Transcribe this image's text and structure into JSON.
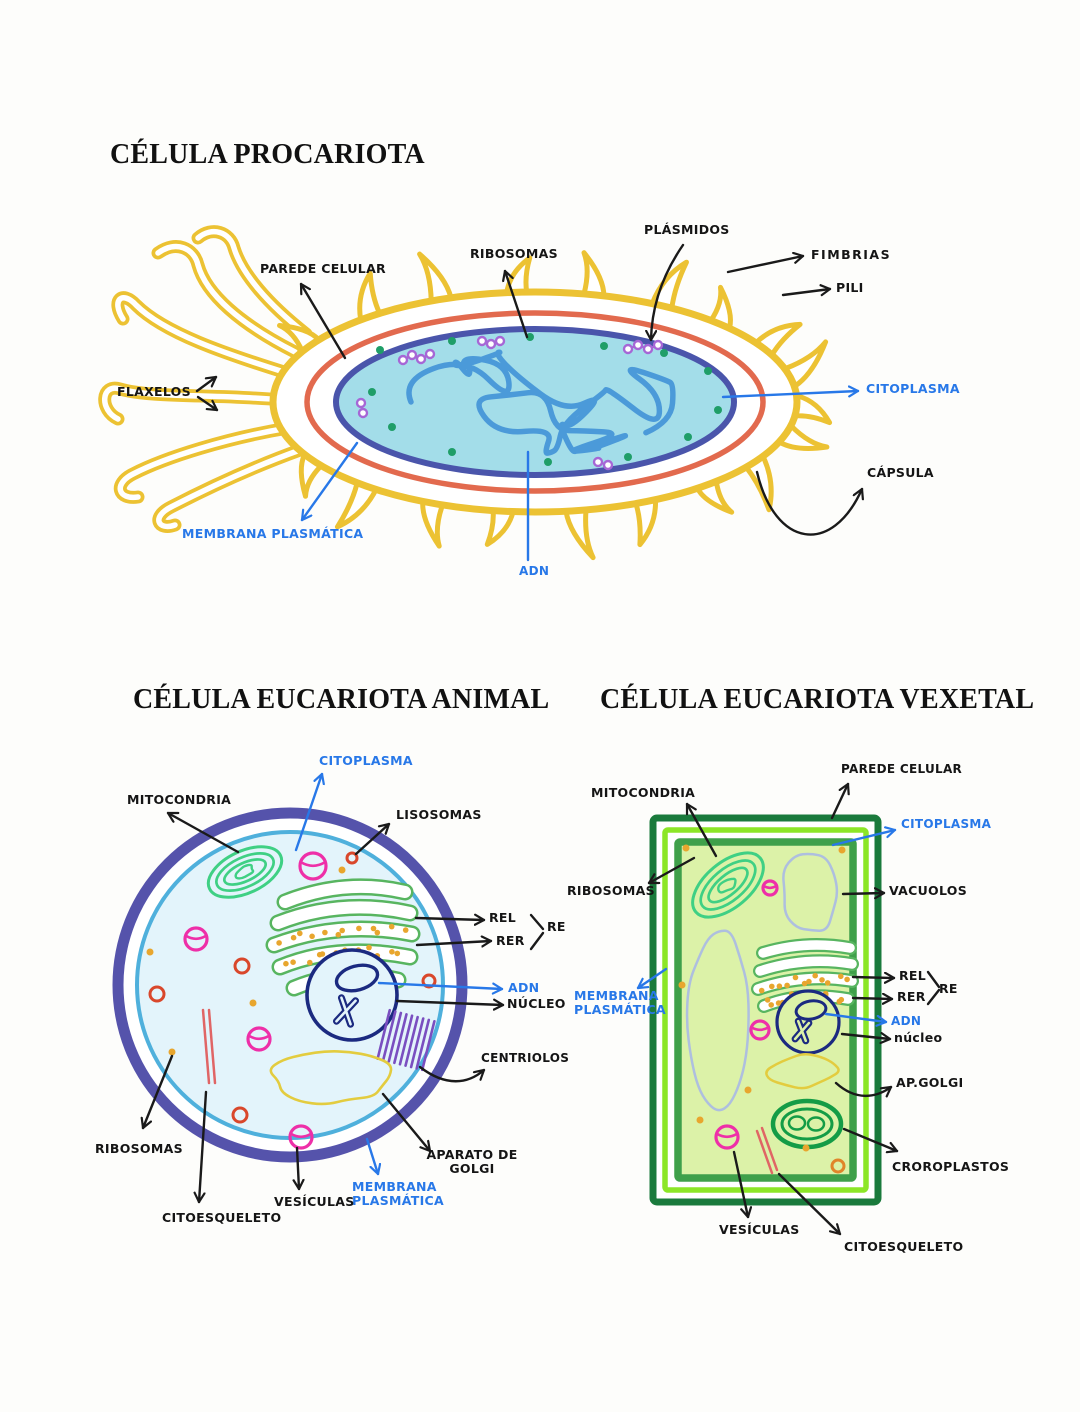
{
  "colors": {
    "ink": "#1a1a1a",
    "blue": "#2878e8",
    "capsule_yellow": "#ecc233",
    "wall_orange": "#e26a4e",
    "membrane_indigo": "#4a55ab",
    "cytoplasm_teal": "#a3dde9",
    "dna_blue": "#4b9ad9",
    "ribosome_green": "#1f9e68",
    "plasmid_purple": "#a667d6",
    "animal_membrane": "#5553ab",
    "animal_inner_ring": "#4fb0dc",
    "animal_cytoplasm": "#e3f4fb",
    "mito_green": "#3fd084",
    "pink": "#ee2fa8",
    "lysosome_red": "#d9472b",
    "dot_orange": "#e8a62e",
    "er_green": "#58b560",
    "navy": "#1b2a80",
    "centriole_purple": "#7a4fc0",
    "golgi_yellow": "#e3cc3f",
    "cytoskeleton_red": "#e06565",
    "plant_wall_dark": "#1a7a3c",
    "plant_wall_lime": "#8ce627",
    "plant_membrane_green": "#3fa04a",
    "plant_cytoplasm": "#dcf2a8",
    "vacuole_gray": "#aebfdf",
    "chloroplast_green": "#149c46"
  },
  "prok": {
    "title": "CÉLULA PROCARIOTA",
    "labels": {
      "parede": "PAREDE CELULAR",
      "ribosomas": "RIBOSOMAS",
      "plasmidos": "PLÁSMIDOS",
      "fimbrias": "FIMBRIAS",
      "pili": "PILI",
      "citoplasma": "CITOPLASMA",
      "capsula": "CÁPSULA",
      "flaxelos": "FLAXELOS",
      "membrana": "MEMBRANA PLASMÁTICA",
      "adn": "ADN"
    }
  },
  "animal": {
    "title": "CÉLULA EUCARIOTA ANIMAL",
    "labels": {
      "mitocondria": "MITOCONDRIA",
      "citoplasma": "CITOPLASMA",
      "lisosomas": "LISOSOMAS",
      "rel": "REL",
      "rer": "RER",
      "re": "RE",
      "adn": "ADN",
      "nucleo": "NÚCLEO",
      "centriolos": "CENTRIOLOS",
      "aparato_golgi": "APARATO DE GOLGI",
      "membrana": "MEMBRANA PLASMÁTICA",
      "vesiculas": "VESÍCULAS",
      "citoesqueleto": "CITOESQUELETO",
      "ribosomas": "RIBOSOMAS"
    }
  },
  "plant": {
    "title": "CÉLULA EUCARIOTA VEXETAL",
    "labels": {
      "parede": "PAREDE CELULAR",
      "mitocondria": "MITOCONDRIA",
      "citoplasma": "CITOPLASMA",
      "ribosomas": "RIBOSOMAS",
      "vacuolos": "VACUOLOS",
      "membrana": "MEMBRANA PLASMÁTICA",
      "rel": "REL",
      "rer": "RER",
      "re": "RE",
      "adn": "ADN",
      "nucleo": "núcleo",
      "ap_golgi": "AP.GOLGI",
      "croroplastos": "CROROPLASTOS",
      "vesiculas": "VESÍCULAS",
      "citoesqueleto": "CITOESQUELETO"
    }
  }
}
